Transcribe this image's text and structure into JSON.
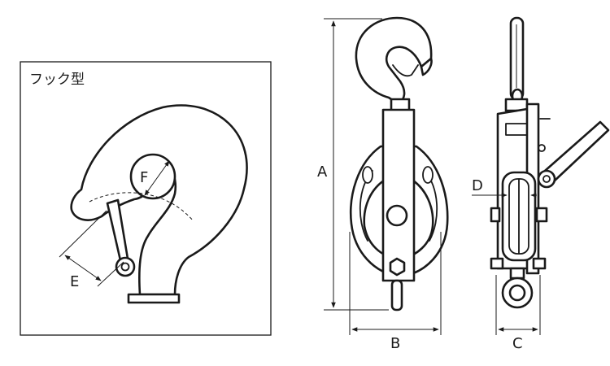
{
  "inset": {
    "title": "フック型"
  },
  "labels": {
    "A": "A",
    "B": "B",
    "C": "C",
    "D": "D",
    "E": "E",
    "F": "F"
  }
}
